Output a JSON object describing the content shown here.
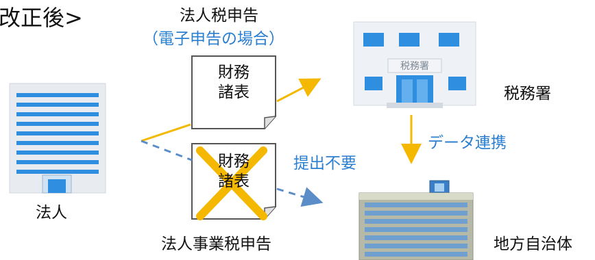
{
  "heading": "改正後>",
  "filings": {
    "corporate_tax": {
      "title": "法人税申告",
      "subtitle": "（電子申告の場合）"
    },
    "business_tax": {
      "title": "法人事業税申告"
    }
  },
  "documents": {
    "financial_statements_line1": "財務",
    "financial_statements_line2": "諸表"
  },
  "entities": {
    "corporation": "法人",
    "tax_office": "税務署",
    "tax_office_sign": "税務署",
    "local_government": "地方自治体"
  },
  "annotations": {
    "data_link": "データ連携",
    "no_submission": "提出不要"
  },
  "colors": {
    "arrow_yellow": "#f5b800",
    "arrow_blue": "#5b8ec9",
    "cross": "#f5b800",
    "accent_blue": "#2a7fd0"
  }
}
